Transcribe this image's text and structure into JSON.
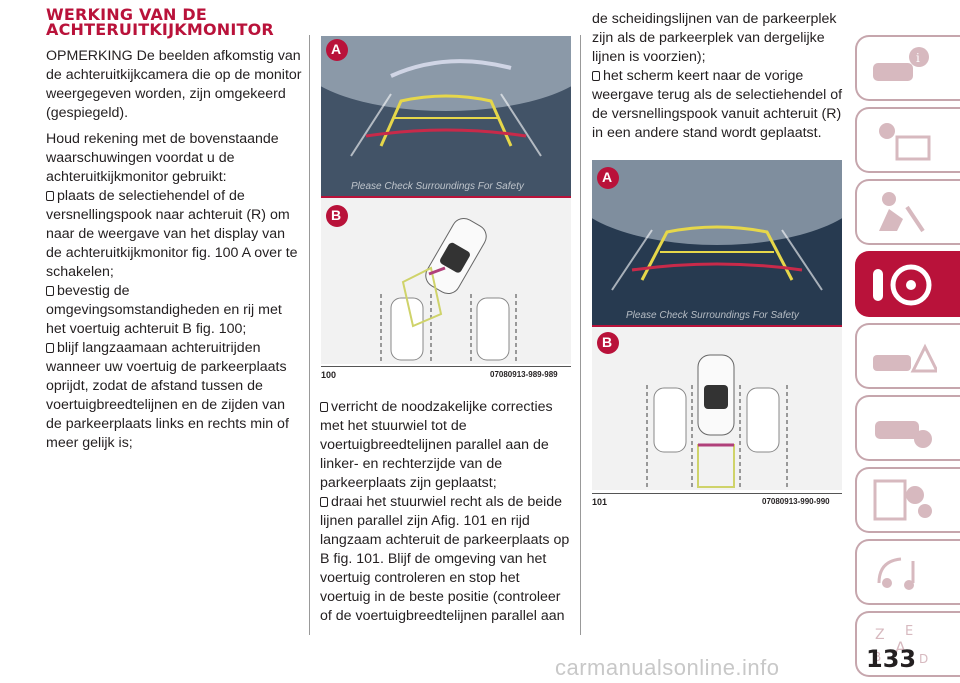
{
  "section": {
    "heading_line1": "WERKING VAN DE",
    "heading_line2": "ACHTERUITKIJKMONITOR"
  },
  "col1": {
    "p1": "OPMERKING De beelden afkomstig van de achteruitkijkcamera die op de monitor weergegeven worden, zijn omgekeerd (gespiegeld).",
    "p2": "Houd rekening met de bovenstaande waarschuwingen voordat u de achteruitkijkmonitor gebruikt:",
    "b1": "plaats de selectiehendel of de versnellingspook naar achteruit (R) om naar de weergave van het display van de achteruitkijkmonitor fig. 100 A over te schakelen;",
    "b2": "bevestig de omgevingsomstandigheden en rij met het voertuig achteruit B fig. 100;",
    "b3": "blijf langzaamaan achteruitrijden wanneer uw voertuig de parkeerplaats oprijdt, zodat de afstand tussen de voertuigbreedtelijnen en de zijden van de parkeerplaats links en rechts min of meer gelijk is;"
  },
  "col2": {
    "b4": "verricht de noodzakelijke correcties met het stuurwiel tot de voertuigbreedtelijnen parallel aan de linker- en rechterzijde van de parkeerplaats zijn geplaatst;",
    "b5": "draai het stuurwiel recht als de beide lijnen parallel zijn Afig. 101 en rijd langzaam achteruit de parkeerplaats op B fig. 101. Blijf de omgeving van het voertuig controleren en stop het voertuig in de beste positie (controleer of de voertuigbreedtelijnen parallel aan"
  },
  "col3": {
    "p_cont": "de scheidingslijnen van de parkeerplek zijn als de parkeerplek van dergelijke lijnen is voorzien);",
    "b6": "het scherm keert naar de vorige weergave terug als de selectiehendel of de versnellingspook vanuit achteruit (R) in een andere stand wordt geplaatst."
  },
  "fig100": {
    "label_a": "A",
    "label_b": "B",
    "overlay_text": "Please Check Surroundings For Safety",
    "number": "100",
    "code": "07080913-989-989"
  },
  "fig101": {
    "label_a": "A",
    "label_b": "B",
    "overlay_text": "Please Check Surroundings For Safety",
    "number": "101",
    "code": "07080913-990-990"
  },
  "page": {
    "number": "133",
    "watermark": "carmanualsonline.info"
  },
  "tabs": [
    {
      "icon": "car-info-icon"
    },
    {
      "icon": "dashboard-lights-icon"
    },
    {
      "icon": "safety-airbag-icon"
    },
    {
      "icon": "key-steering-wheel-icon",
      "active": true
    },
    {
      "icon": "emergency-icon"
    },
    {
      "icon": "car-maintenance-icon"
    },
    {
      "icon": "technical-data-icon"
    },
    {
      "icon": "multimedia-icon"
    },
    {
      "icon": "index-icon"
    }
  ],
  "colors": {
    "accent": "#b9123a",
    "tab_border": "#c6a6ad"
  }
}
